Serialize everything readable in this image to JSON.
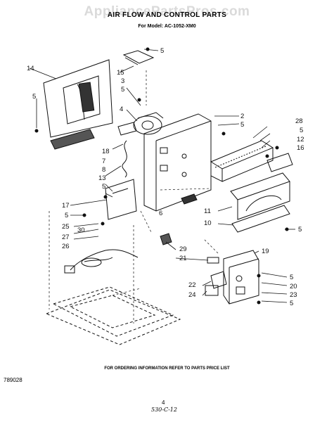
{
  "header": {
    "watermark": "AppliancePartsPros.com",
    "title": "AIR FLOW AND CONTROL PARTS",
    "model": "For Model: AC-1052-XM0"
  },
  "callouts": [
    {
      "id": "l-5a",
      "text": "5"
    },
    {
      "id": "l-14",
      "text": "14"
    },
    {
      "id": "l-5b",
      "text": "5"
    },
    {
      "id": "l-15",
      "text": "15"
    },
    {
      "id": "l-3",
      "text": "3"
    },
    {
      "id": "l-5c",
      "text": "5"
    },
    {
      "id": "l-4",
      "text": "4"
    },
    {
      "id": "l-2",
      "text": "2"
    },
    {
      "id": "l-5d",
      "text": "5"
    },
    {
      "id": "l-28",
      "text": "28"
    },
    {
      "id": "l-5e",
      "text": "5"
    },
    {
      "id": "l-12",
      "text": "12"
    },
    {
      "id": "l-16",
      "text": "16"
    },
    {
      "id": "l-18",
      "text": "18"
    },
    {
      "id": "l-7",
      "text": "7"
    },
    {
      "id": "l-8",
      "text": "8"
    },
    {
      "id": "l-13",
      "text": "13"
    },
    {
      "id": "l-5f",
      "text": "5"
    },
    {
      "id": "l-17",
      "text": "17"
    },
    {
      "id": "l-5g",
      "text": "5"
    },
    {
      "id": "l-6",
      "text": "6"
    },
    {
      "id": "l-11",
      "text": "11"
    },
    {
      "id": "l-10",
      "text": "10"
    },
    {
      "id": "l-5h",
      "text": "5"
    },
    {
      "id": "l-25",
      "text": "25"
    },
    {
      "id": "l-30",
      "text": "30"
    },
    {
      "id": "l-27",
      "text": "27"
    },
    {
      "id": "l-26",
      "text": "26"
    },
    {
      "id": "l-29",
      "text": "29"
    },
    {
      "id": "l-21",
      "text": "21"
    },
    {
      "id": "l-19",
      "text": "19"
    },
    {
      "id": "l-22",
      "text": "22"
    },
    {
      "id": "l-24",
      "text": "24"
    },
    {
      "id": "l-5i",
      "text": "5"
    },
    {
      "id": "l-20",
      "text": "20"
    },
    {
      "id": "l-23",
      "text": "23"
    },
    {
      "id": "l-5j",
      "text": "5"
    }
  ],
  "footer": {
    "note": "FOR ORDERING INFORMATION REFER TO PARTS PRICE LIST",
    "doc_number": "789028",
    "page": "4",
    "handwritten": "530-C-12"
  }
}
